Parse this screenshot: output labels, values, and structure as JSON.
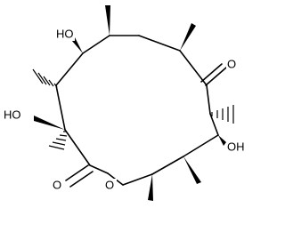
{
  "molecule": {
    "atom_labels": {
      "oh_top": "HO",
      "oh_left": "HO",
      "oh_right": "OH",
      "ketone_o": "O",
      "ester_carbonyl_o": "O",
      "ring_o": "O"
    }
  }
}
